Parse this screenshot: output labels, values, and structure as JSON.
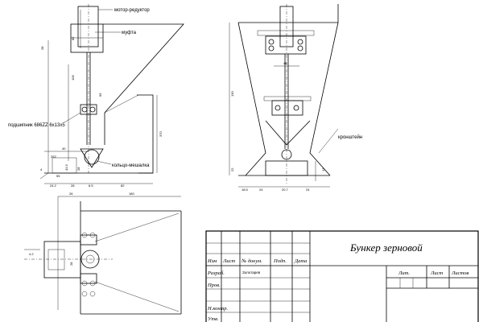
{
  "labels": {
    "motor_reducer": "мотор-редуктор",
    "coupling": "муфта",
    "bearing": "подшипник 686ZZ 6х13х5",
    "mixer_ring": "кольцо-мешалка",
    "bracket": "кронштейн"
  },
  "dimensions": {
    "front": [
      "28",
      "85",
      "109",
      "69",
      "370",
      "40",
      "252",
      "4",
      "55",
      "41.5",
      "28",
      "24.2",
      "28",
      "6.5",
      "82"
    ],
    "side": [
      "130",
      "48",
      "22",
      "13",
      "18.5",
      "24",
      "20.7",
      "24"
    ],
    "plan": [
      "26",
      "180",
      "4.2",
      "28"
    ]
  },
  "title_block": {
    "title": "Бункер зерновой",
    "col_izm": "Изм",
    "col_list": "Лист",
    "col_doc": "№ докум.",
    "col_sign": "Подп.",
    "col_date": "Дата",
    "row_develop": "Разраб.",
    "row_check": "Пров.",
    "row_ncontrol": "Н.контр.",
    "row_approve": "Утв.",
    "developer_name": "Золотарев",
    "lit": "Лит.",
    "sheet": "Лист",
    "sheets": "Листов"
  }
}
